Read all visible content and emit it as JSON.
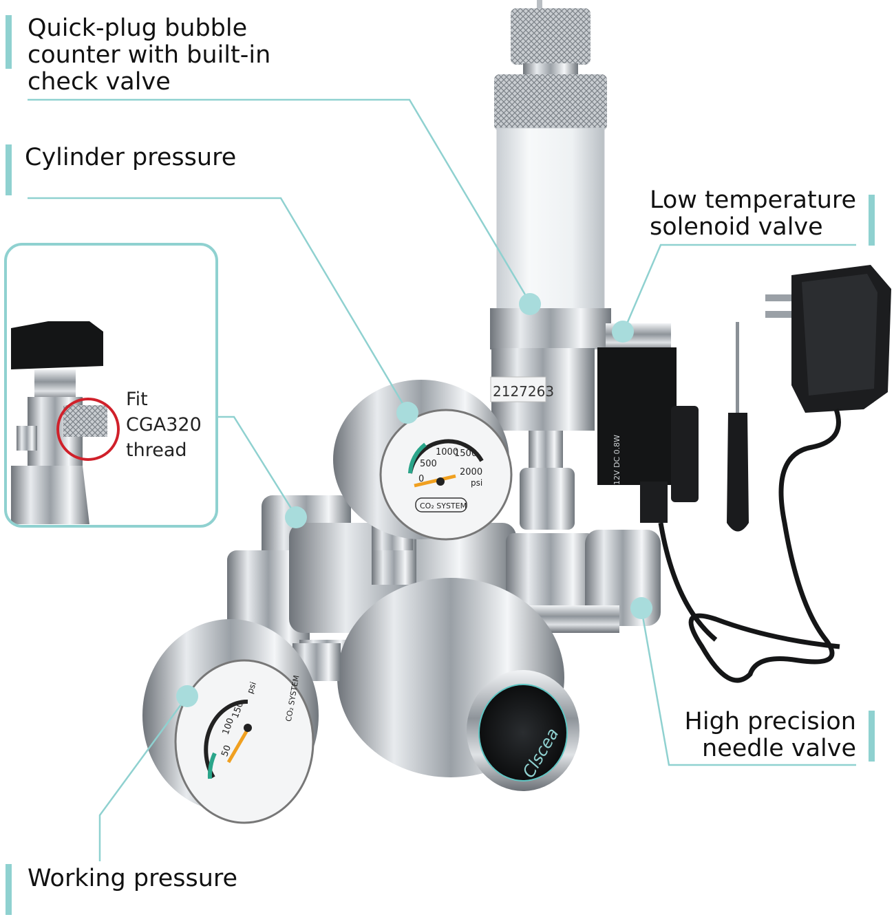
{
  "callouts": {
    "bubble_counter": "Quick-plug bubble\ncounter with built-in\ncheck valve",
    "cylinder_pressure": "Cylinder pressure",
    "solenoid_valve": "Low temperature\nsolenoid valve",
    "needle_valve": "High precision\nneedle valve",
    "working_pressure": "Working pressure"
  },
  "inset": {
    "fit_text": "Fit\nCGA320\nthread"
  },
  "gauges": {
    "cylinder": {
      "ticks": [
        "0",
        "500",
        "1000",
        "1500",
        "2000"
      ],
      "unit": "psi",
      "brand": "CO₂ SYSTEM"
    },
    "working": {
      "ticks": [
        "50",
        "100",
        "150"
      ],
      "unit": "psi",
      "brand": "CO₂ SYSTEM"
    }
  },
  "body_serial": "2127263",
  "solenoid_marking": "12V DC 0.8W",
  "logo": "Clscea",
  "colors": {
    "accent": "#8fd1d0",
    "marker": "#a8dcdc",
    "highlight_ring": "#d0202a",
    "needle": "#f0a020",
    "gauge_green": "#2aa58a"
  }
}
